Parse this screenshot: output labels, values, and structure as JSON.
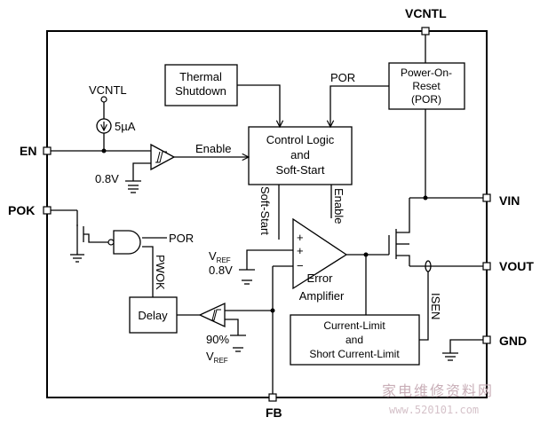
{
  "pins": {
    "vcntl_top": "VCNTL",
    "en": "EN",
    "pok": "POK",
    "vin": "VIN",
    "vout": "VOUT",
    "gnd": "GND",
    "fb": "FB"
  },
  "blocks": {
    "thermal_line1": "Thermal",
    "thermal_line2": "Shutdown",
    "por_line1": "Power-On-",
    "por_line2": "Reset",
    "por_line3": "(POR)",
    "control_line1": "Control Logic",
    "control_line2": "and",
    "control_line3": "Soft-Start",
    "delay": "Delay",
    "ilimit_line1": "Current-Limit",
    "ilimit_line2": "and",
    "ilimit_line3": "Short Current-Limit",
    "erramp_line1": "Error",
    "erramp_line2": "Amplifier"
  },
  "signals": {
    "vcntl_internal": "VCNTL",
    "current_source": "5µA",
    "enable": "Enable",
    "en_threshold": "0.8V",
    "por_to_logic": "POR",
    "por_to_gate": "POR",
    "soft_start": "Soft-Start",
    "enable_vertical": "Enable",
    "vref_main": "V",
    "vref_sub": "REF",
    "vref_value": "0.8V",
    "pwok": "PWOK",
    "isen": "ISEN",
    "pct": "90%",
    "vref2_main": "V",
    "vref2_sub": "REF",
    "plus1": "+",
    "plus2": "+",
    "minus": "−"
  },
  "watermark": {
    "line1": "家电维修资料网",
    "line2": "www.520101.com"
  }
}
